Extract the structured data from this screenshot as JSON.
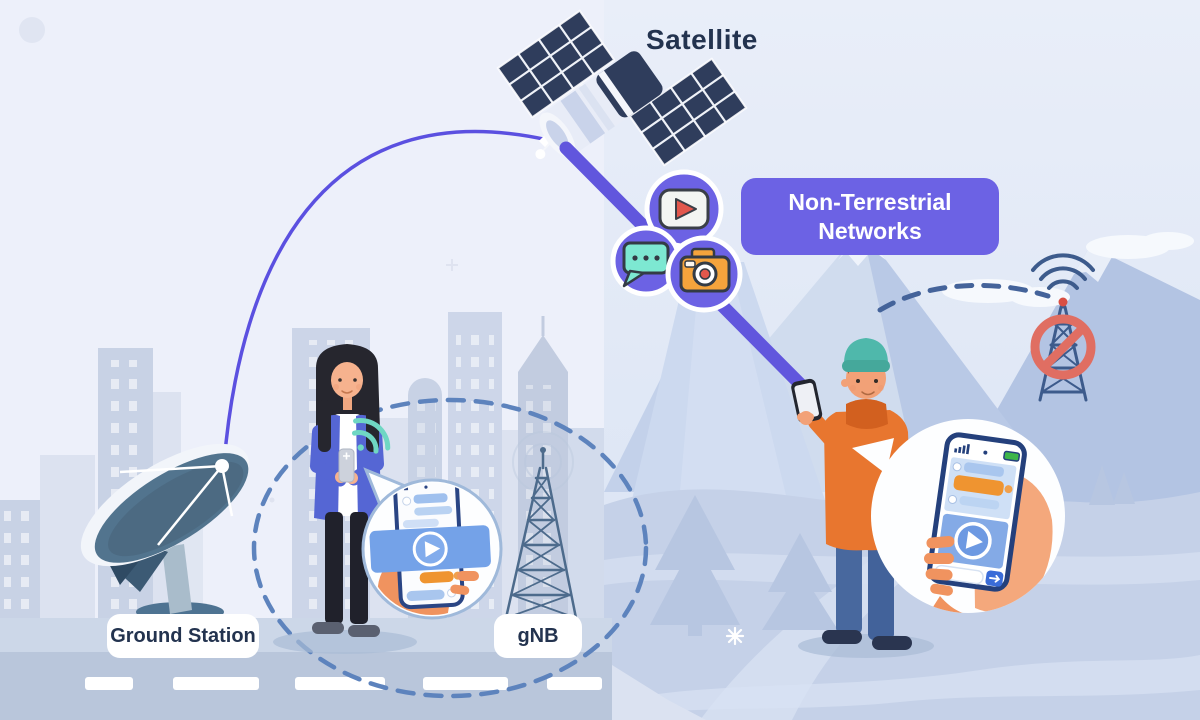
{
  "labels": {
    "satellite": "Satellite",
    "ntn_line1": "Non-Terrestrial",
    "ntn_line2": "Networks",
    "ground_station": "Ground Station",
    "gnb": "gNB"
  },
  "icons": {
    "play": "video-play-icon",
    "chat": "chat-bubble-icon",
    "camera": "camera-icon",
    "wifi_user": "wifi-signal-icon",
    "blocked_tower": "no-coverage-tower-icon",
    "snowflake": "snowflake-icon"
  },
  "colors": {
    "ntn_purple": "#6c62e4",
    "beam_purple": "#6156dd",
    "satellite_navy": "#2f3d5c",
    "label_text": "#23334f",
    "no_signal_red": "#e06e62",
    "chat_mint": "#7de8d2",
    "camera_orange": "#f5a43c",
    "play_red": "#e2574c",
    "coverage_dash_blue": "#5d83bd"
  }
}
